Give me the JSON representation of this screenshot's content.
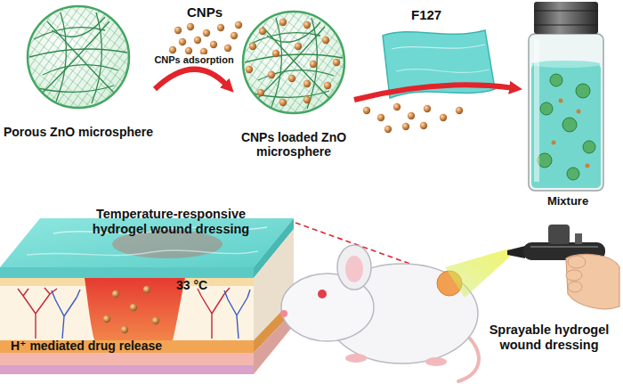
{
  "diagram": {
    "nodes": [
      {
        "text": [
          "Porous ZnO microsphere"
        ]
      },
      {
        "text": [
          "CNPs loaded ZnO microsphere"
        ]
      },
      {
        "text": [
          "Mixture"
        ]
      }
    ],
    "edges": [
      {
        "from": 0,
        "to": 1,
        "arrow": "to",
        "label": "CNPs adsorption"
      },
      {
        "from": 1,
        "to": 2,
        "arrow": "to"
      }
    ],
    "labels": [
      "CNPs",
      "F127",
      "Temperature-responsive hydrogel wound dressing",
      "33 °C",
      "H⁺ mediated drug release",
      "Sprayable hydrogel wound dressing"
    ]
  }
}
